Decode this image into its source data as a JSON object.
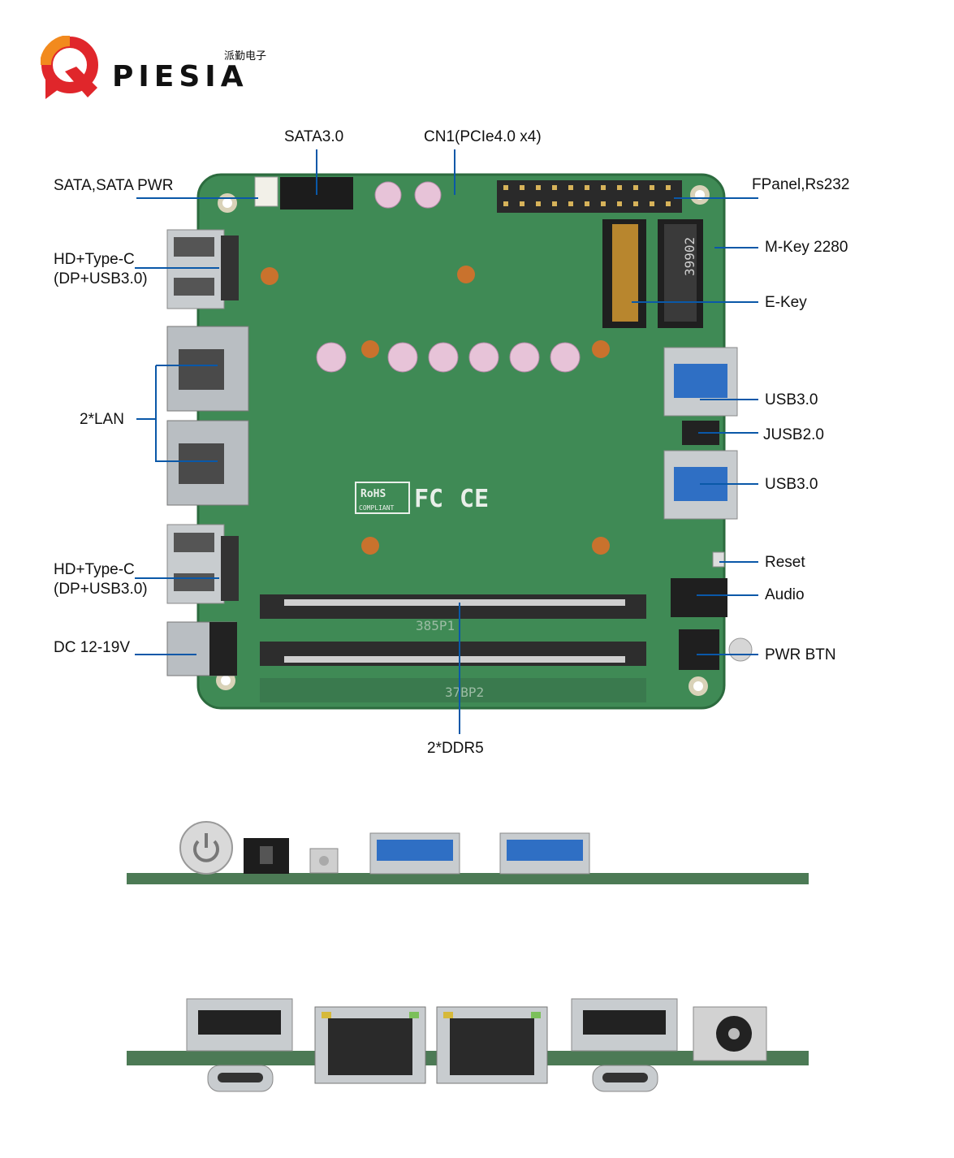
{
  "brand": {
    "name": "PIESIA",
    "name_cn": "派勤电子"
  },
  "labels": {
    "sata30": "SATA3.0",
    "cn1": "CN1(PCIe4.0 x4)",
    "sata_pwr": "SATA,SATA PWR",
    "fpanel": "FPanel,Rs232",
    "hd_typec_top_1": "HD+Type-C",
    "hd_typec_top_2": "(DP+USB3.0)",
    "mkey": "M-Key 2280",
    "ekey": "E-Key",
    "usb30_top": "USB3.0",
    "lan": "2*LAN",
    "jusb": "JUSB2.0",
    "usb30_bottom": "USB3.0",
    "hd_typec_bot_1": "HD+Type-C",
    "hd_typec_bot_2": "(DP+USB3.0)",
    "reset": "Reset",
    "audio": "Audio",
    "dc": "DC 12-19V",
    "pwr_btn": "PWR BTN",
    "ddr": "2*DDR5"
  },
  "board_marks": {
    "rohs": "RoHS",
    "rohs_sub": "COMPLIANT",
    "fc": "FC",
    "ce": "CE",
    "slot1": "385P1",
    "slot2": "37BP2",
    "mkey_text": "39902"
  },
  "colors": {
    "pcb": "#3f8a55",
    "pcb_dark": "#2c6b3e",
    "metal": "#c8cccf",
    "usb_blue": "#2f6fc4",
    "logo_red": "#e0262b"
  },
  "icons": [
    "logo-q-icon",
    "power-button-icon",
    "usb-port-icon",
    "lan-port-icon",
    "hdmi-port-icon",
    "type-c-port-icon",
    "dc-jack-icon",
    "audio-jack-icon"
  ]
}
